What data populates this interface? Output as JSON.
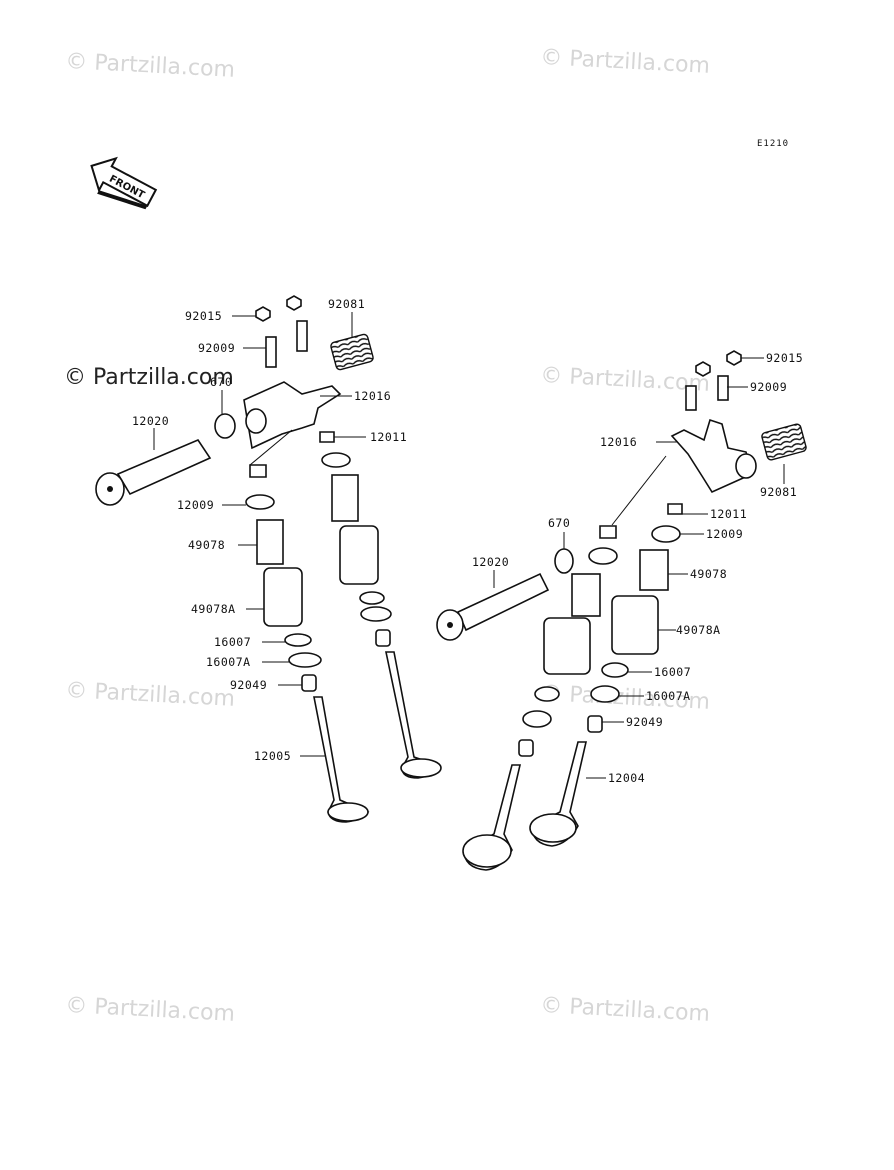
{
  "diagram_code": "E1210",
  "front_arrow_label": "FRONT",
  "watermark_text": "© Partzilla.com",
  "labels": {
    "l_92015_a": "92015",
    "l_92081_a": "92081",
    "l_92009_a": "92009",
    "l_670_a": "670",
    "l_12016_a": "12016",
    "l_12011_a": "12011",
    "l_12020_a": "12020",
    "l_12009_a": "12009",
    "l_49078_a": "49078",
    "l_49078A_a": "49078A",
    "l_16007_a": "16007",
    "l_16007A_a": "16007A",
    "l_92049_a": "92049",
    "l_12005": "12005",
    "l_92015_b": "92015",
    "l_92009_b": "92009",
    "l_12016_b": "12016",
    "l_92081_b": "92081",
    "l_12011_b": "12011",
    "l_670_b": "670",
    "l_12009_b": "12009",
    "l_12020_b": "12020",
    "l_49078_b": "49078",
    "l_49078A_b": "49078A",
    "l_16007_b": "16007",
    "l_16007A_b": "16007A",
    "l_92049_b": "92049",
    "l_12004": "12004"
  }
}
